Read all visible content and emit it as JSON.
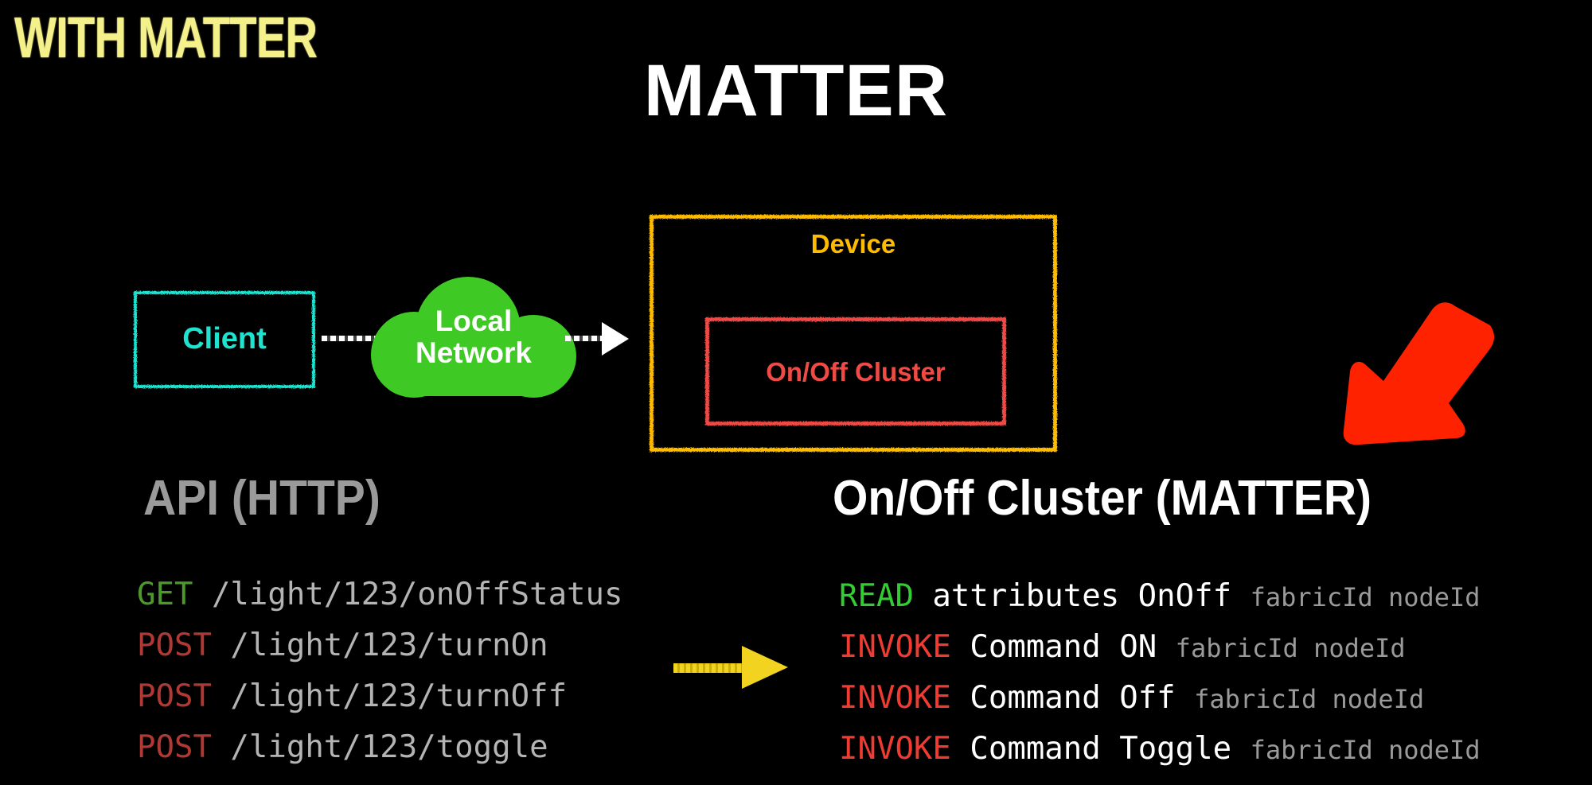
{
  "slide": {
    "kicker": "WITH MATTER",
    "title": "MATTER",
    "background_color": "#000000"
  },
  "diagram": {
    "client": {
      "label": "Client",
      "color": "#1fe3cf"
    },
    "network": {
      "label": "Local\nNetwork",
      "line1": "Local",
      "line2": "Network",
      "color": "#3fc924"
    },
    "device": {
      "label": "Device",
      "color": "#ffbb00"
    },
    "cluster": {
      "label": "On/Off Cluster",
      "color": "#f04a44"
    },
    "pointer": {
      "name": "red-arrow-pointer",
      "color": "#ff2200"
    },
    "connector_arrow": {
      "name": "client-to-device-arrow",
      "color": "#ffffff"
    }
  },
  "columns": {
    "left": {
      "heading": "API (HTTP)",
      "heading_color": "#9a9a9a",
      "rows": [
        {
          "verb": "GET",
          "verb_class": "verb-get",
          "path": "/light/123/onOffStatus"
        },
        {
          "verb": "POST",
          "verb_class": "verb-post",
          "path": "/light/123/turnOn"
        },
        {
          "verb": "POST",
          "verb_class": "verb-post",
          "path": "/light/123/turnOff"
        },
        {
          "verb": "POST",
          "verb_class": "verb-post",
          "path": "/light/123/toggle"
        }
      ]
    },
    "right": {
      "heading": "On/Off Cluster (MATTER)",
      "heading_color": "#ffffff",
      "rows": [
        {
          "verb": "READ",
          "verb_class": "verb-read",
          "subject": "attributes OnOff",
          "args": "fabricId nodeId"
        },
        {
          "verb": "INVOKE",
          "verb_class": "verb-invoke",
          "subject": "Command ON",
          "args": "fabricId nodeId"
        },
        {
          "verb": "INVOKE",
          "verb_class": "verb-invoke",
          "subject": "Command Off",
          "args": "fabricId nodeId"
        },
        {
          "verb": "INVOKE",
          "verb_class": "verb-invoke",
          "subject": "Command Toggle",
          "args": "fabricId nodeId"
        }
      ]
    },
    "mapping_arrow": {
      "name": "http-to-matter-arrow",
      "color": "#f2d320"
    }
  },
  "colors": {
    "kicker": "#f4f08a",
    "title": "#ffffff",
    "get": "#4c9a2a",
    "post": "#b03a33",
    "read": "#33cc33",
    "invoke": "#ef3b32",
    "path": "#b4b4b4",
    "args": "#9a9a9a"
  }
}
